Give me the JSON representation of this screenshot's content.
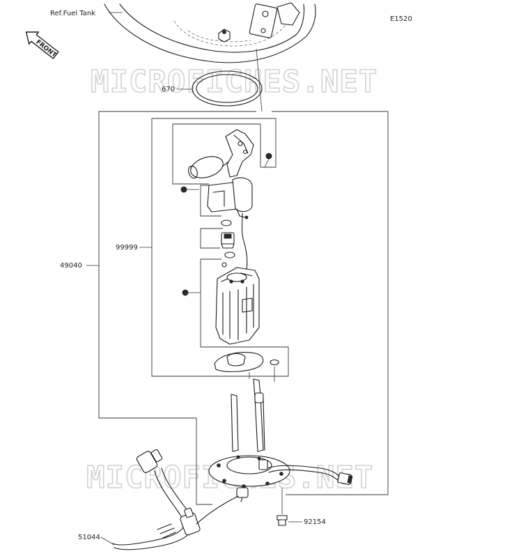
{
  "diagram_code": "E1520",
  "reference_label": "Ref.Fuel Tank",
  "front_badge": "FRONT",
  "watermark_text": "MICROFICHES.NET",
  "part_labels": {
    "o_ring": "670",
    "fuel_pump_assy": "49040",
    "pump_subassy": "99999",
    "hose": "51044",
    "bolt": "92154"
  },
  "icons": [
    "front-arrow-icon"
  ],
  "colors": {
    "line": "#1a1a1a",
    "watermark": "#d2d2d2",
    "background": "#ffffff"
  }
}
